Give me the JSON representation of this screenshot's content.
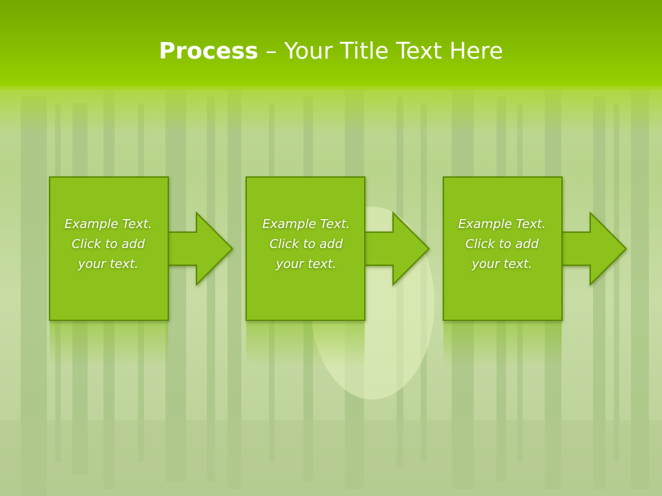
{
  "title": {
    "bold": "Process",
    "rest": " – Your Title Text Here"
  },
  "steps": [
    {
      "line1": "Example Text.",
      "line2": "Click  to add",
      "line3": "your text."
    },
    {
      "line1": "Example Text.",
      "line2": "Click  to add",
      "line3": "your text."
    },
    {
      "line1": "Example Text.",
      "line2": "Click  to add",
      "line3": "your text."
    }
  ],
  "colors": {
    "header": "#86be00",
    "box_fill": "#8dc21f",
    "box_stroke": "#5a8a00",
    "text": "#ffffff"
  }
}
